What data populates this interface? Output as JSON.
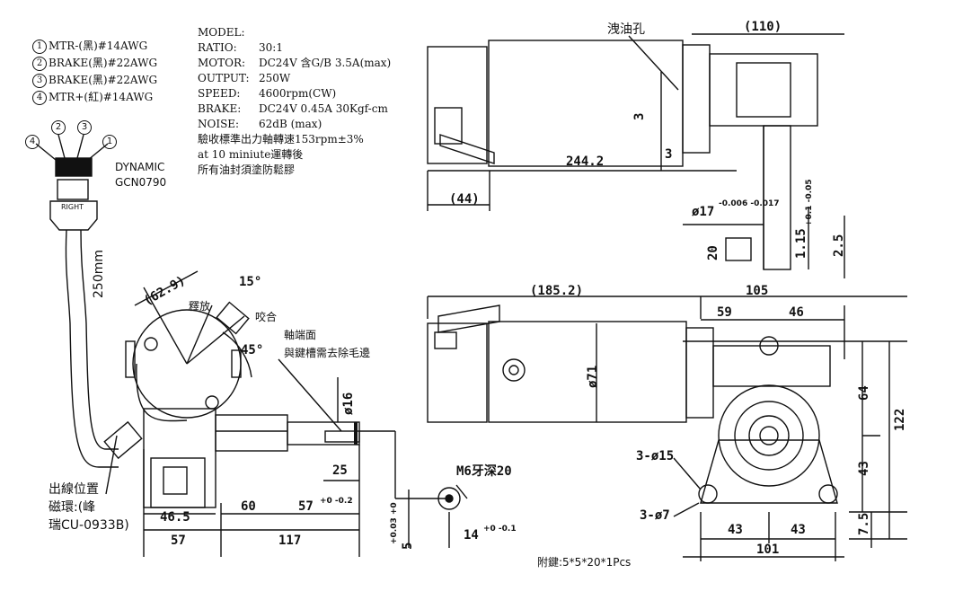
{
  "spec": {
    "model": "MODEL:",
    "ratio_label": "RATIO:",
    "ratio_value": "30:1",
    "motor_label": "MOTOR:",
    "motor_value": "DC24V  含G/B 3.5A(max)",
    "output_label": "OUTPUT:",
    "output_value": "250W",
    "speed_label": "SPEED:",
    "speed_value": "4600rpm(CW)",
    "brake_label": "BRAKE:",
    "brake_value": "DC24V 0.45A 30Kgf-cm",
    "noise_label": "NOISE:",
    "noise_value": "62dB (max)",
    "note1": "驗收標準出力軸轉速153rpm±3%",
    "note2": "at 10 miniute運轉後",
    "note3": "所有油封須塗防鬆膠"
  },
  "wires": [
    {
      "num": "1",
      "label": "MTR-(黑)#14AWG"
    },
    {
      "num": "2",
      "label": "BRAKE(黑)#22AWG"
    },
    {
      "num": "3",
      "label": "BRAKE(黑)#22AWG"
    },
    {
      "num": "4",
      "label": "MTR+(紅)#14AWG"
    }
  ],
  "connector": {
    "pins": [
      "4",
      "2",
      "3",
      "1"
    ],
    "brand": "DYNAMIC",
    "part": "GCN0790",
    "tag": "RIGHT",
    "cable_length": "250mm"
  },
  "left_view": {
    "d629": "(62.9)",
    "release": "釋放",
    "engage": "咬合",
    "a15": "15°",
    "a45": "45°",
    "shaft_face": "軸端面",
    "shaft_note": "與鍵槽需去除毛邊",
    "d16": "ø16",
    "d25": "25",
    "d46_5": "46.5",
    "d60": "60",
    "d57tol": "57",
    "tol57": "+0 -0.2",
    "d57": "57",
    "d117": "117",
    "cable_exit1": "出線位置",
    "cable_exit2": "磁環:(峰",
    "cable_exit3": "瑞CU-0933B)"
  },
  "key_view": {
    "thread": "M6牙深20",
    "d5": "5",
    "tol5": "+0.03 +0",
    "d14": "14",
    "tol14": "+0 -0.1",
    "key": "附鍵:5*5*20*1Pcs"
  },
  "top_view": {
    "drain": "洩油孔",
    "d110": "(110)",
    "d3a": "3",
    "d3b": "3",
    "d244": "244.2",
    "d44": "(44)",
    "d17": "ø17",
    "tol17": "-0.006 -0.017",
    "d20": "20",
    "d115": "1.15",
    "tol115": "+0.1 -0.05",
    "d25": "2.5"
  },
  "front_view": {
    "d1852": "(185.2)",
    "d105": "105",
    "d59": "59",
    "d46": "46",
    "d71": "ø71",
    "d64": "64",
    "d122": "122",
    "d43v": "43",
    "d75": "7.5",
    "h15": "3-ø15",
    "h7": "3-ø7",
    "d43a": "43",
    "d43b": "43",
    "d101": "101"
  }
}
